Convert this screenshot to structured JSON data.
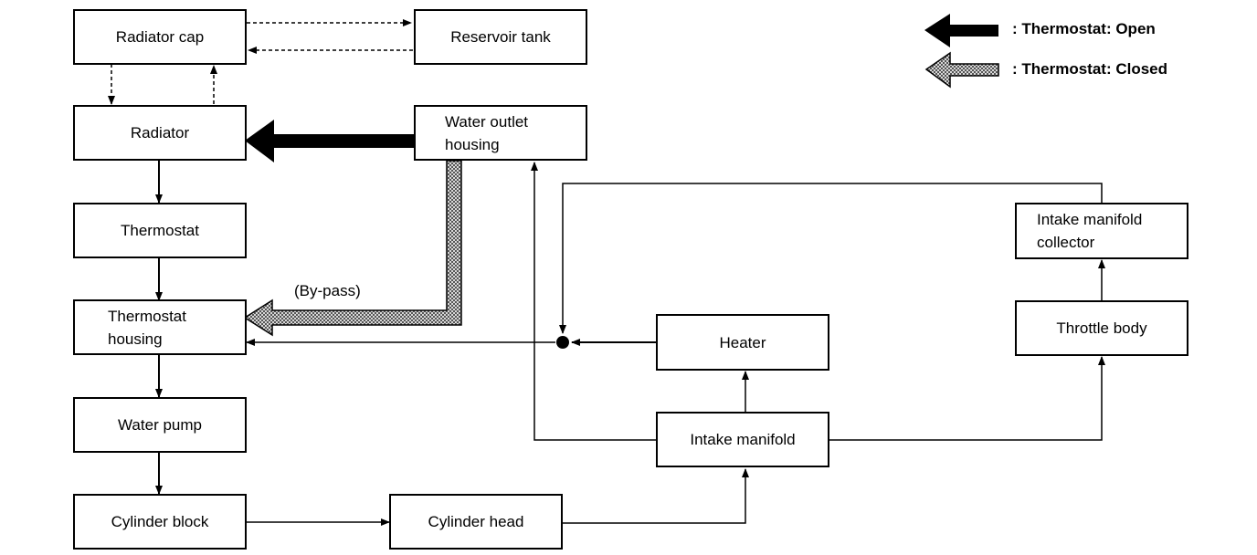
{
  "diagram": {
    "title": "Engine cooling system coolant flow",
    "nodes": {
      "radiator_cap": "Radiator cap",
      "reservoir_tank": "Reservoir tank",
      "radiator": "Radiator",
      "water_outlet_housing": "Water outlet housing",
      "thermostat": "Thermostat",
      "thermostat_housing": "Thermostat housing",
      "water_pump": "Water pump",
      "cylinder_block": "Cylinder block",
      "cylinder_head": "Cylinder head",
      "intake_manifold": "Intake manifold",
      "heater": "Heater",
      "throttle_body": "Throttle body",
      "intake_manifold_collector": "Intake manifold collector"
    },
    "bypass_label": "(By-pass)",
    "legend": [
      {
        "style": "solid-black-arrow",
        "label": ": Thermostat: Open"
      },
      {
        "style": "hatched-gray-arrow",
        "label": ": Thermostat: Closed"
      }
    ],
    "edges": [
      {
        "from": "Radiator cap",
        "to": "Reservoir tank",
        "style": "dashed"
      },
      {
        "from": "Reservoir tank",
        "to": "Radiator cap",
        "style": "dashed"
      },
      {
        "from": "Radiator cap",
        "to": "Radiator",
        "style": "dashed"
      },
      {
        "from": "Radiator",
        "to": "Radiator cap",
        "style": "dashed"
      },
      {
        "from": "Water outlet housing",
        "to": "Radiator",
        "style": "thermostat-open"
      },
      {
        "from": "Water outlet housing",
        "to": "Thermostat housing",
        "style": "thermostat-closed"
      },
      {
        "from": "Radiator",
        "to": "Thermostat",
        "style": "solid"
      },
      {
        "from": "Thermostat",
        "to": "Thermostat housing",
        "style": "solid"
      },
      {
        "from": "Thermostat housing",
        "to": "Water pump",
        "style": "solid"
      },
      {
        "from": "Water pump",
        "to": "Cylinder block",
        "style": "solid"
      },
      {
        "from": "Cylinder block",
        "to": "Cylinder head",
        "style": "solid"
      },
      {
        "from": "Cylinder head",
        "to": "Intake manifold",
        "style": "solid"
      },
      {
        "from": "Intake manifold",
        "to": "Water outlet housing",
        "style": "solid"
      },
      {
        "from": "Intake manifold",
        "to": "Heater",
        "style": "solid"
      },
      {
        "from": "Intake manifold",
        "to": "Throttle body",
        "style": "solid"
      },
      {
        "from": "Throttle body",
        "to": "Intake manifold collector",
        "style": "solid"
      },
      {
        "from": "Intake manifold collector",
        "to": "Junction",
        "style": "solid"
      },
      {
        "from": "Heater",
        "to": "Junction",
        "style": "solid"
      },
      {
        "from": "Junction",
        "to": "Thermostat housing",
        "style": "solid"
      }
    ]
  }
}
